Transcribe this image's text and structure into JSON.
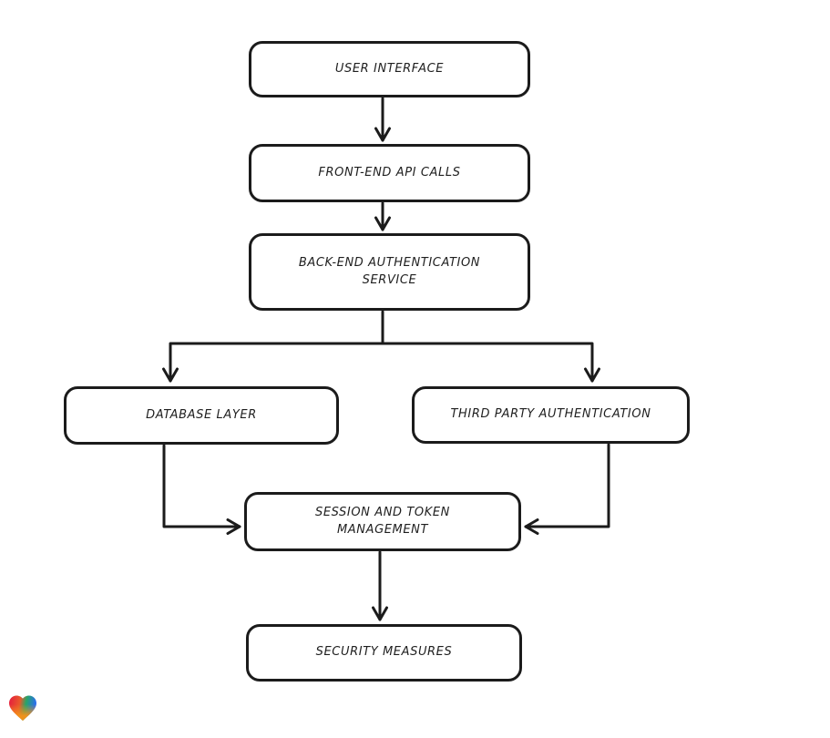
{
  "diagram": {
    "type": "flowchart",
    "style": "hand-drawn",
    "background": "#ffffff",
    "stroke_color": "#1b1b1b",
    "node_fill": "#ffffff",
    "nodes": [
      {
        "id": "user-interface",
        "label": "USER INTERFACE"
      },
      {
        "id": "front-end-api-calls",
        "label": "FRONT-END API CALLS"
      },
      {
        "id": "back-end-authentication-service",
        "label": "BACK-END AUTHENTICATION\nSERVICE"
      },
      {
        "id": "database-layer",
        "label": "DATABASE LAYER"
      },
      {
        "id": "third-party-authentication",
        "label": "THIRD PARTY AUTHENTICATION"
      },
      {
        "id": "session-and-token-management",
        "label": "SESSION AND TOKEN\nMANAGEMENT"
      },
      {
        "id": "security-measures",
        "label": "SECURITY MEASURES"
      }
    ],
    "edges": [
      {
        "from": "user-interface",
        "to": "front-end-api-calls"
      },
      {
        "from": "front-end-api-calls",
        "to": "back-end-authentication-service"
      },
      {
        "from": "back-end-authentication-service",
        "to": "database-layer"
      },
      {
        "from": "back-end-authentication-service",
        "to": "third-party-authentication"
      },
      {
        "from": "database-layer",
        "to": "session-and-token-management"
      },
      {
        "from": "third-party-authentication",
        "to": "session-and-token-management"
      },
      {
        "from": "session-and-token-management",
        "to": "security-measures"
      }
    ]
  },
  "watermark": {
    "icon": "gradient-heart-icon",
    "colors": [
      "#e51b3f",
      "#f69219",
      "#27a567",
      "#2a6df0"
    ]
  }
}
